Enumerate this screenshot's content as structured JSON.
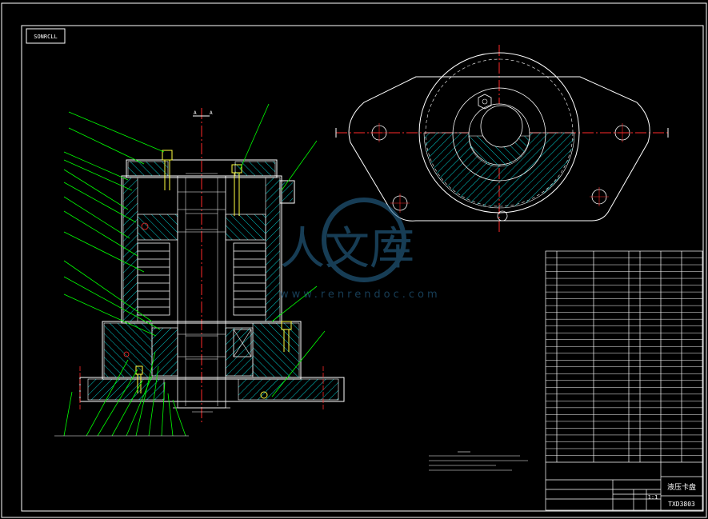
{
  "drawing_code_box": "SONRCLL",
  "section_label_a": "A",
  "section_label_b": "A",
  "watermark": {
    "text_cn": "人文库",
    "url": "www.renrendoc.com"
  },
  "title_block": {
    "part_name": "液压卡盘",
    "drawing_no": "TXD3803",
    "scale": "1:1"
  },
  "colors": {
    "background": "#000000",
    "outline": "#ffffff",
    "hatch": "#00c8c8",
    "center_line": "#ff2a2a",
    "leader": "#00ff00",
    "bolt": "#ffff40",
    "watermark": "#2a6f9c"
  }
}
